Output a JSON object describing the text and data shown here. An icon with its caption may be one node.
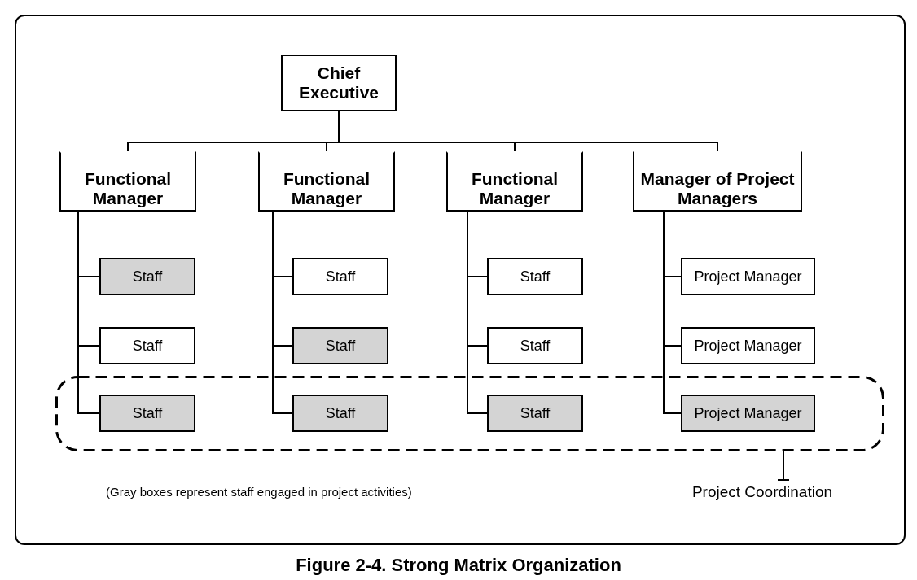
{
  "diagram": {
    "caption": "Figure 2-4. Strong Matrix Organization",
    "nodes": [
      {
        "text": [
          "Chief Executive"
        ]
      },
      {
        "text": [
          "Functional Manager"
        ]
      },
      {
        "text": [
          "Functional Manager"
        ]
      },
      {
        "text": [
          "Functional Manager"
        ]
      },
      {
        "text": [
          "Manager of Project Managers"
        ]
      },
      {
        "text": [
          "Staff"
        ]
      },
      {
        "text": [
          "Staff"
        ]
      },
      {
        "text": [
          "Staff"
        ],
        "in": 17
      },
      {
        "text": [
          "Staff"
        ]
      },
      {
        "text": [
          "Staff"
        ]
      },
      {
        "text": [
          "Staff"
        ],
        "in": 17
      },
      {
        "text": [
          "Staff"
        ]
      },
      {
        "text": [
          "Staff"
        ]
      },
      {
        "text": [
          "Staff"
        ],
        "in": 17
      },
      {
        "text": [
          "Project Manager"
        ]
      },
      {
        "text": [
          "Project Manager"
        ]
      },
      {
        "text": [
          "Project Manager"
        ],
        "in": 17
      },
      {
        "text": [],
        "shape": "box"
      },
      {
        "text": [
          "Project Coordination"
        ]
      }
    ],
    "edges": [
      {
        "from": 0,
        "to": 1,
        "arrow": "none"
      },
      {
        "from": 0,
        "to": 2,
        "arrow": "none"
      },
      {
        "from": 0,
        "to": 3,
        "arrow": "none"
      },
      {
        "from": 0,
        "to": 4,
        "arrow": "none"
      },
      {
        "from": 1,
        "to": 5,
        "arrow": "none"
      },
      {
        "from": 1,
        "to": 6,
        "arrow": "none"
      },
      {
        "from": 1,
        "to": 7,
        "arrow": "none"
      },
      {
        "from": 2,
        "to": 8,
        "arrow": "none"
      },
      {
        "from": 2,
        "to": 9,
        "arrow": "none"
      },
      {
        "from": 2,
        "to": 10,
        "arrow": "none"
      },
      {
        "from": 3,
        "to": 11,
        "arrow": "none"
      },
      {
        "from": 3,
        "to": 12,
        "arrow": "none"
      },
      {
        "from": 3,
        "to": 13,
        "arrow": "none"
      },
      {
        "from": 4,
        "to": 14,
        "arrow": "none"
      },
      {
        "from": 4,
        "to": 15,
        "arrow": "none"
      },
      {
        "from": 4,
        "to": 16,
        "arrow": "none"
      },
      {
        "from": 18,
        "to": 17,
        "arrow": "none"
      }
    ],
    "labels": [
      "(Gray boxes represent staff engaged in project activities)"
    ]
  }
}
